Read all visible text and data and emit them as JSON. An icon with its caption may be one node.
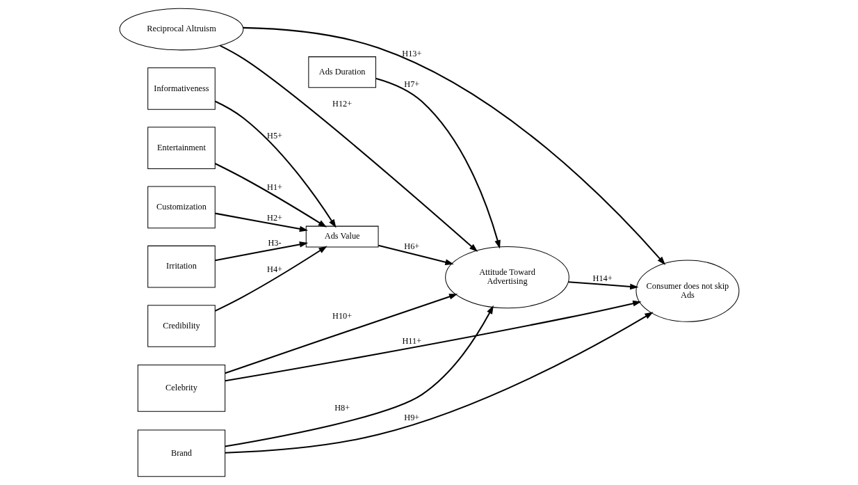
{
  "diagram": {
    "nodes": [
      {
        "text": [
          "Entertainment"
        ]
      },
      {
        "text": [
          "Customization"
        ]
      },
      {
        "text": [
          "Irritation"
        ]
      },
      {
        "text": [
          "Credibility"
        ]
      },
      {
        "text": [
          "Informativeness"
        ]
      },
      {
        "text": [
          "Ads Value"
        ]
      },
      {
        "text": [
          "Ads Duration"
        ]
      },
      {
        "text": [
          "Reciprocal Altruism"
        ]
      },
      {
        "text": [
          "Attitude Toward Advertising"
        ]
      },
      {
        "text": [
          "Consumer does not skip Ads"
        ]
      },
      {
        "text": [
          "Brand"
        ]
      },
      {
        "text": [
          "Celebrity"
        ]
      }
    ],
    "edges": [
      {
        "from": 0,
        "to": 5,
        "arrow": "to",
        "label": "H1+"
      },
      {
        "from": 1,
        "to": 5,
        "arrow": "to",
        "label": "H2+"
      },
      {
        "from": 2,
        "to": 5,
        "arrow": "to",
        "label": "H3-"
      },
      {
        "from": 3,
        "to": 5,
        "arrow": "to",
        "label": "H4+"
      },
      {
        "from": 4,
        "to": 5,
        "arrow": "to",
        "label": "H5+"
      },
      {
        "from": 5,
        "to": 8,
        "arrow": "to",
        "label": "H6+"
      },
      {
        "from": 6,
        "to": 8,
        "arrow": "to",
        "label": "H7+"
      },
      {
        "from": 10,
        "to": 8,
        "arrow": "to",
        "label": "H8+"
      },
      {
        "from": 10,
        "to": 9,
        "arrow": "to",
        "label": "H9+"
      },
      {
        "from": 11,
        "to": 8,
        "arrow": "to",
        "label": "H10+"
      },
      {
        "from": 11,
        "to": 9,
        "arrow": "to",
        "label": "H11+"
      },
      {
        "from": 7,
        "to": 8,
        "arrow": "to",
        "label": "H12+"
      },
      {
        "from": 7,
        "to": 9,
        "arrow": "to",
        "label": "H13+"
      },
      {
        "from": 8,
        "to": 9,
        "arrow": "to",
        "label": "H14+"
      }
    ]
  }
}
